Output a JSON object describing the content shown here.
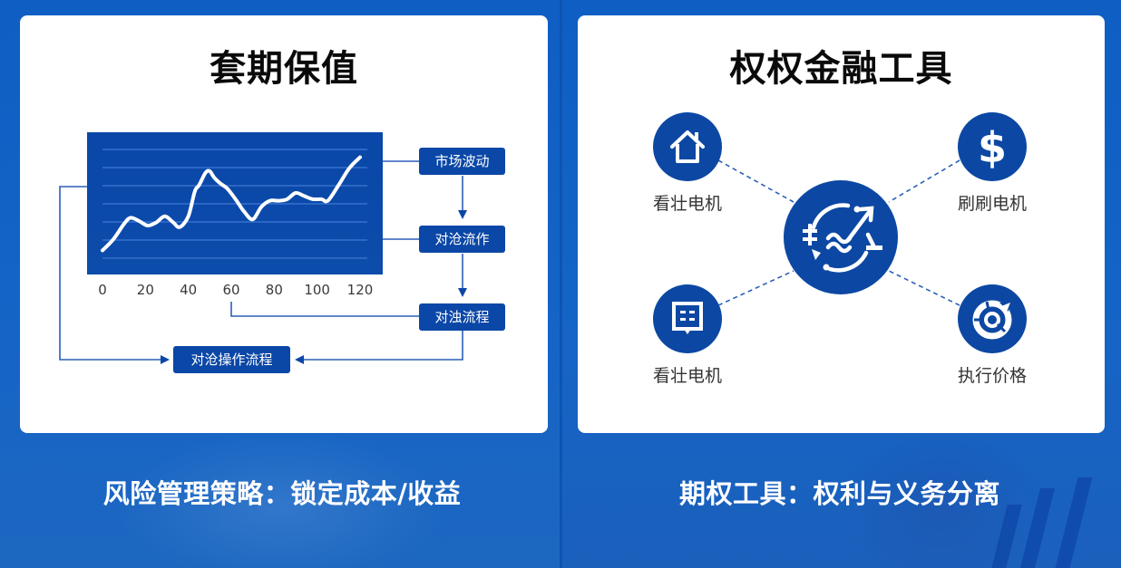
{
  "left_panel": {
    "title": "套期保值",
    "flow_boxes": [
      {
        "id": "market-volatility",
        "label": "市场波动"
      },
      {
        "id": "hedge-process-a",
        "label": "对沧流作"
      },
      {
        "id": "hedge-process-b",
        "label": "对浊流程"
      },
      {
        "id": "hedge-operation",
        "label": "对沧操作流程"
      }
    ],
    "caption": "风险管理策略：锁定成本/收益"
  },
  "right_panel": {
    "title": "权权金融工具",
    "center_icon": "currency-exchange-trend-icon",
    "nodes": [
      {
        "id": "top-left",
        "label": "看壮电机",
        "icon": "house-icon"
      },
      {
        "id": "top-right",
        "label": "刷刷电机",
        "icon": "dollar-icon"
      },
      {
        "id": "bottom-left",
        "label": "看壮电机",
        "icon": "billboard-icon"
      },
      {
        "id": "bottom-right",
        "label": "执行价格",
        "icon": "target-cycle-icon"
      }
    ],
    "caption": "期权工具：权利与义务分离"
  },
  "colors": {
    "background_blue": "#1463c4",
    "accent_blue": "#0c48a3",
    "chart_bg": "#0a47a8",
    "card_bg": "#ffffff",
    "title_text": "#0a0a0a",
    "label_text": "#333333"
  },
  "chart_data": {
    "type": "line",
    "title": "",
    "xlabel": "",
    "ylabel": "",
    "x_ticks": [
      "0",
      "20",
      "40",
      "60",
      "80",
      "100",
      "120"
    ],
    "x": [
      0,
      5,
      10,
      13,
      17,
      21,
      25,
      29,
      33,
      36,
      40,
      43,
      45,
      48,
      50,
      52,
      55,
      58,
      62,
      66,
      70,
      74,
      78,
      82,
      86,
      90,
      94,
      98,
      102,
      105,
      110,
      115,
      120
    ],
    "values": [
      5,
      12,
      22,
      26,
      24,
      21,
      23,
      27,
      23,
      20,
      27,
      43,
      47,
      55,
      56,
      52,
      48,
      45,
      38,
      30,
      25,
      33,
      37,
      37,
      38,
      42,
      40,
      38,
      38,
      37,
      47,
      58,
      65
    ],
    "xlim": [
      0,
      120
    ],
    "ylim": [
      0,
      70
    ],
    "grid": "horizontal",
    "legend": "none"
  }
}
